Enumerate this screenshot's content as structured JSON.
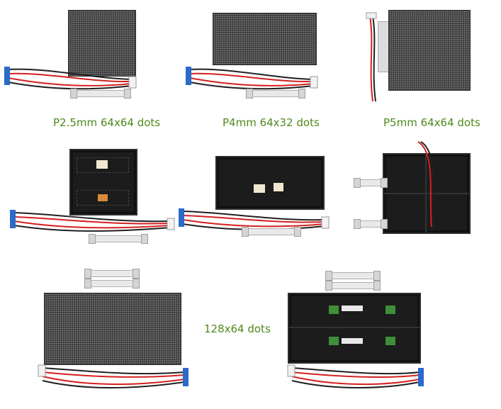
{
  "captions": {
    "p25": "P2.5mm 64x64 dots",
    "p4": "P4mm 64x32 dots",
    "p5": "P5mm 64x64 dots",
    "big": "128x64 dots"
  },
  "colors": {
    "caption": "#4f8a1c",
    "panel": "#3a3a3a",
    "pcb": "#1c1c1c",
    "wire_red": "#d42020",
    "wire_black": "#202020"
  }
}
